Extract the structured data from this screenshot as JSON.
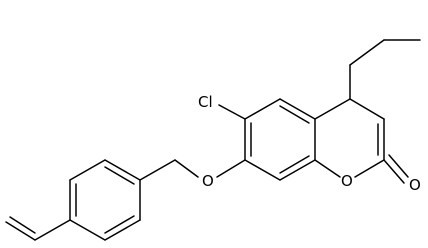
{
  "atoms": {
    "chlorine": "Cl",
    "ether_oxygen": "O",
    "ring_oxygen": "O",
    "carbonyl_oxygen": "O"
  },
  "colors": {
    "bond": "#000000",
    "label": "#000000",
    "background": "#ffffff"
  }
}
